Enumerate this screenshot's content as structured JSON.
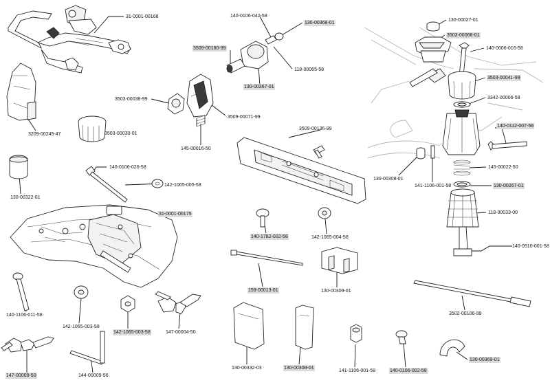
{
  "callouts": [
    {
      "id": "31-0001-00168",
      "hl": false
    },
    {
      "id": "3209-00245-47",
      "hl": false
    },
    {
      "id": "3503-00030-01",
      "hl": false
    },
    {
      "id": "130-00322-01",
      "hl": false
    },
    {
      "id": "140-0106-026-58",
      "hl": false
    },
    {
      "id": "142-1065-005-58",
      "hl": false
    },
    {
      "id": "31-0001-00175",
      "hl": true
    },
    {
      "id": "140-1106-011-58",
      "hl": false
    },
    {
      "id": "142-1065-003-58",
      "hl": false
    },
    {
      "id": "142-1065-003-58",
      "hl": true
    },
    {
      "id": "147-00004-50",
      "hl": false
    },
    {
      "id": "147-00009-50",
      "hl": true
    },
    {
      "id": "144-00009-56",
      "hl": false
    },
    {
      "id": "140-0106-042-58",
      "hl": false
    },
    {
      "id": "130-00368-01",
      "hl": true
    },
    {
      "id": "3509-00160-99",
      "hl": true
    },
    {
      "id": "118-00065-58",
      "hl": false
    },
    {
      "id": "130-00367-01",
      "hl": true
    },
    {
      "id": "3503-00038-99",
      "hl": false
    },
    {
      "id": "3509-00071-99",
      "hl": false
    },
    {
      "id": "145-00016-50",
      "hl": false
    },
    {
      "id": "3509-00136-99",
      "hl": false
    },
    {
      "id": "140-1782-002-58",
      "hl": true
    },
    {
      "id": "142-1065-004-58",
      "hl": false
    },
    {
      "id": "130-00309-01",
      "hl": false
    },
    {
      "id": "159-00013-01",
      "hl": true
    },
    {
      "id": "130-00332-03",
      "hl": false
    },
    {
      "id": "130-00308-01",
      "hl": true
    },
    {
      "id": "141-1106-001-58",
      "hl": false
    },
    {
      "id": "140-0106-002-58",
      "hl": true
    },
    {
      "id": "130-00369-01",
      "hl": true
    },
    {
      "id": "130-00027-01",
      "hl": false
    },
    {
      "id": "3503-00068-01",
      "hl": true
    },
    {
      "id": "140-0606-016-58",
      "hl": false
    },
    {
      "id": "3503-00041-99",
      "hl": true
    },
    {
      "id": "3342-00006-58",
      "hl": false
    },
    {
      "id": "140-0112-007-58",
      "hl": true
    },
    {
      "id": "145-00022-50",
      "hl": false
    },
    {
      "id": "130-00308-01",
      "hl": false
    },
    {
      "id": "141-1106-001-58",
      "hl": false
    },
    {
      "id": "130-00267-01",
      "hl": true
    },
    {
      "id": "118-00033-00",
      "hl": false
    },
    {
      "id": "140-0510-001-58",
      "hl": false
    },
    {
      "id": "3502-00106-99",
      "hl": false
    }
  ]
}
